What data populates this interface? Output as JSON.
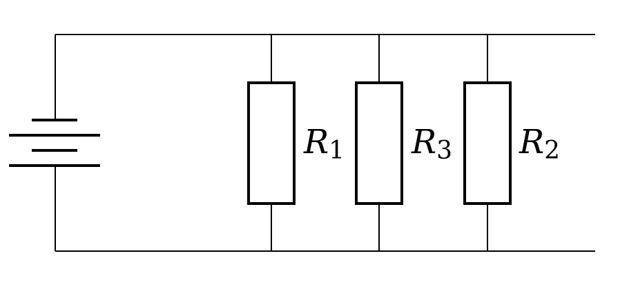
{
  "diagram": {
    "resistors": [
      {
        "letter": "R",
        "subscript": "1"
      },
      {
        "letter": "R",
        "subscript": "3"
      },
      {
        "letter": "R",
        "subscript": "2"
      }
    ]
  }
}
